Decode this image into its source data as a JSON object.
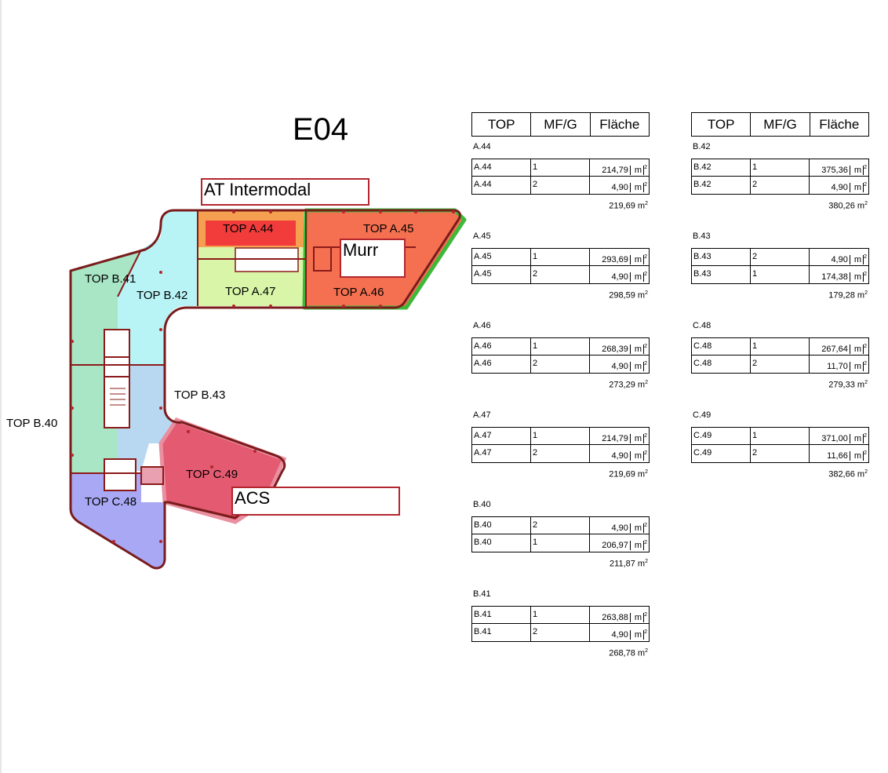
{
  "floor": {
    "title": "E04"
  },
  "tenants": {
    "t1": "AT Intermodal",
    "t2": "Murr",
    "t3": "ACS"
  },
  "zones": {
    "a44": "TOP A.44",
    "a45": "TOP A.45",
    "a46": "TOP A.46",
    "a47": "TOP A.47",
    "b40": "TOP B.40",
    "b41": "TOP B.41",
    "b42": "TOP B.42",
    "b43": "TOP B.43",
    "c48": "TOP C.48",
    "c49": "TOP C.49"
  },
  "table_headers": {
    "top": "TOP",
    "mfg": "MF/G",
    "area": "Fläche"
  },
  "unit": "m",
  "unit_exp": "2",
  "left_groups": [
    {
      "name": "A.44",
      "rows": [
        [
          "A.44",
          "1",
          "214,79"
        ],
        [
          "A.44",
          "2",
          "4,90"
        ]
      ],
      "total": "219,69"
    },
    {
      "name": "A.45",
      "rows": [
        [
          "A.45",
          "1",
          "293,69"
        ],
        [
          "A.45",
          "2",
          "4,90"
        ]
      ],
      "total": "298,59"
    },
    {
      "name": "A.46",
      "rows": [
        [
          "A.46",
          "1",
          "268,39"
        ],
        [
          "A.46",
          "2",
          "4,90"
        ]
      ],
      "total": "273,29"
    },
    {
      "name": "A.47",
      "rows": [
        [
          "A.47",
          "1",
          "214,79"
        ],
        [
          "A.47",
          "2",
          "4,90"
        ]
      ],
      "total": "219,69"
    },
    {
      "name": "B.40",
      "rows": [
        [
          "B.40",
          "2",
          "4,90"
        ],
        [
          "B.40",
          "1",
          "206,97"
        ]
      ],
      "total": "211,87"
    },
    {
      "name": "B.41",
      "rows": [
        [
          "B.41",
          "1",
          "263,88"
        ],
        [
          "B.41",
          "2",
          "4,90"
        ]
      ],
      "total": "268,78"
    }
  ],
  "right_groups": [
    {
      "name": "B.42",
      "rows": [
        [
          "B.42",
          "1",
          "375,36"
        ],
        [
          "B.42",
          "2",
          "4,90"
        ]
      ],
      "total": "380,26"
    },
    {
      "name": "B.43",
      "rows": [
        [
          "B.43",
          "2",
          "4,90"
        ],
        [
          "B.43",
          "1",
          "174,38"
        ]
      ],
      "total": "179,28"
    },
    {
      "name": "C.48",
      "rows": [
        [
          "C.48",
          "1",
          "267,64"
        ],
        [
          "C.48",
          "2",
          "11,70"
        ]
      ],
      "total": "279,33"
    },
    {
      "name": "C.49",
      "rows": [
        [
          "C.49",
          "1",
          "371,00"
        ],
        [
          "C.49",
          "2",
          "11,66"
        ]
      ],
      "total": "382,66"
    }
  ]
}
